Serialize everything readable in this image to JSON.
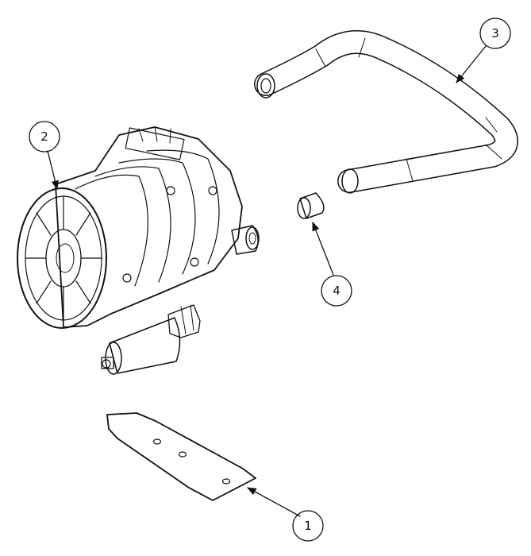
{
  "callouts": {
    "gasket": "1",
    "motor": "2",
    "hose": "3",
    "clamp": "4"
  },
  "colors": {
    "line": "#111111",
    "background": "#ffffff"
  }
}
